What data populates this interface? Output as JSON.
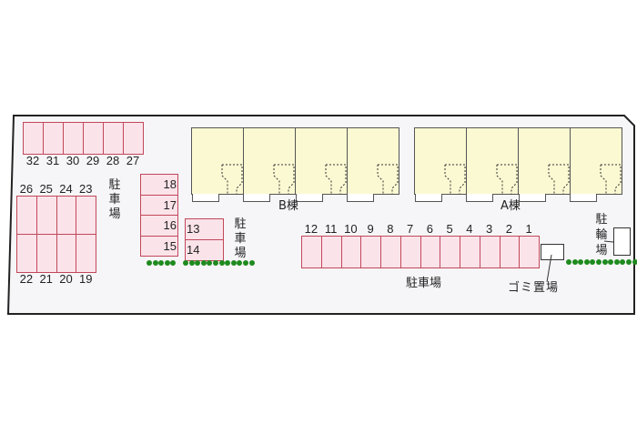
{
  "colors": {
    "parking_fill": "#fbe3ea",
    "parking_border": "#c0485a",
    "building_fill": "#fbf9d2",
    "hedge": "#1e8a1e"
  },
  "parking_label": "駐車場",
  "bike_parking_label": "駐輪場",
  "garbage_label": "ゴミ置場",
  "building_b_label": "B棟",
  "building_a_label": "A棟",
  "row_top_left": [
    "32",
    "31",
    "30",
    "29",
    "28",
    "27"
  ],
  "block_left_top_labels": [
    "26",
    "25",
    "24",
    "23"
  ],
  "block_left_bottom_labels": [
    "22",
    "21",
    "20",
    "19"
  ],
  "column_mid": [
    "18",
    "17",
    "16",
    "15"
  ],
  "column_small": [
    "13",
    "14"
  ],
  "row_main": [
    "12",
    "11",
    "10",
    "9",
    "8",
    "7",
    "6",
    "5",
    "4",
    "3",
    "2",
    "1"
  ]
}
